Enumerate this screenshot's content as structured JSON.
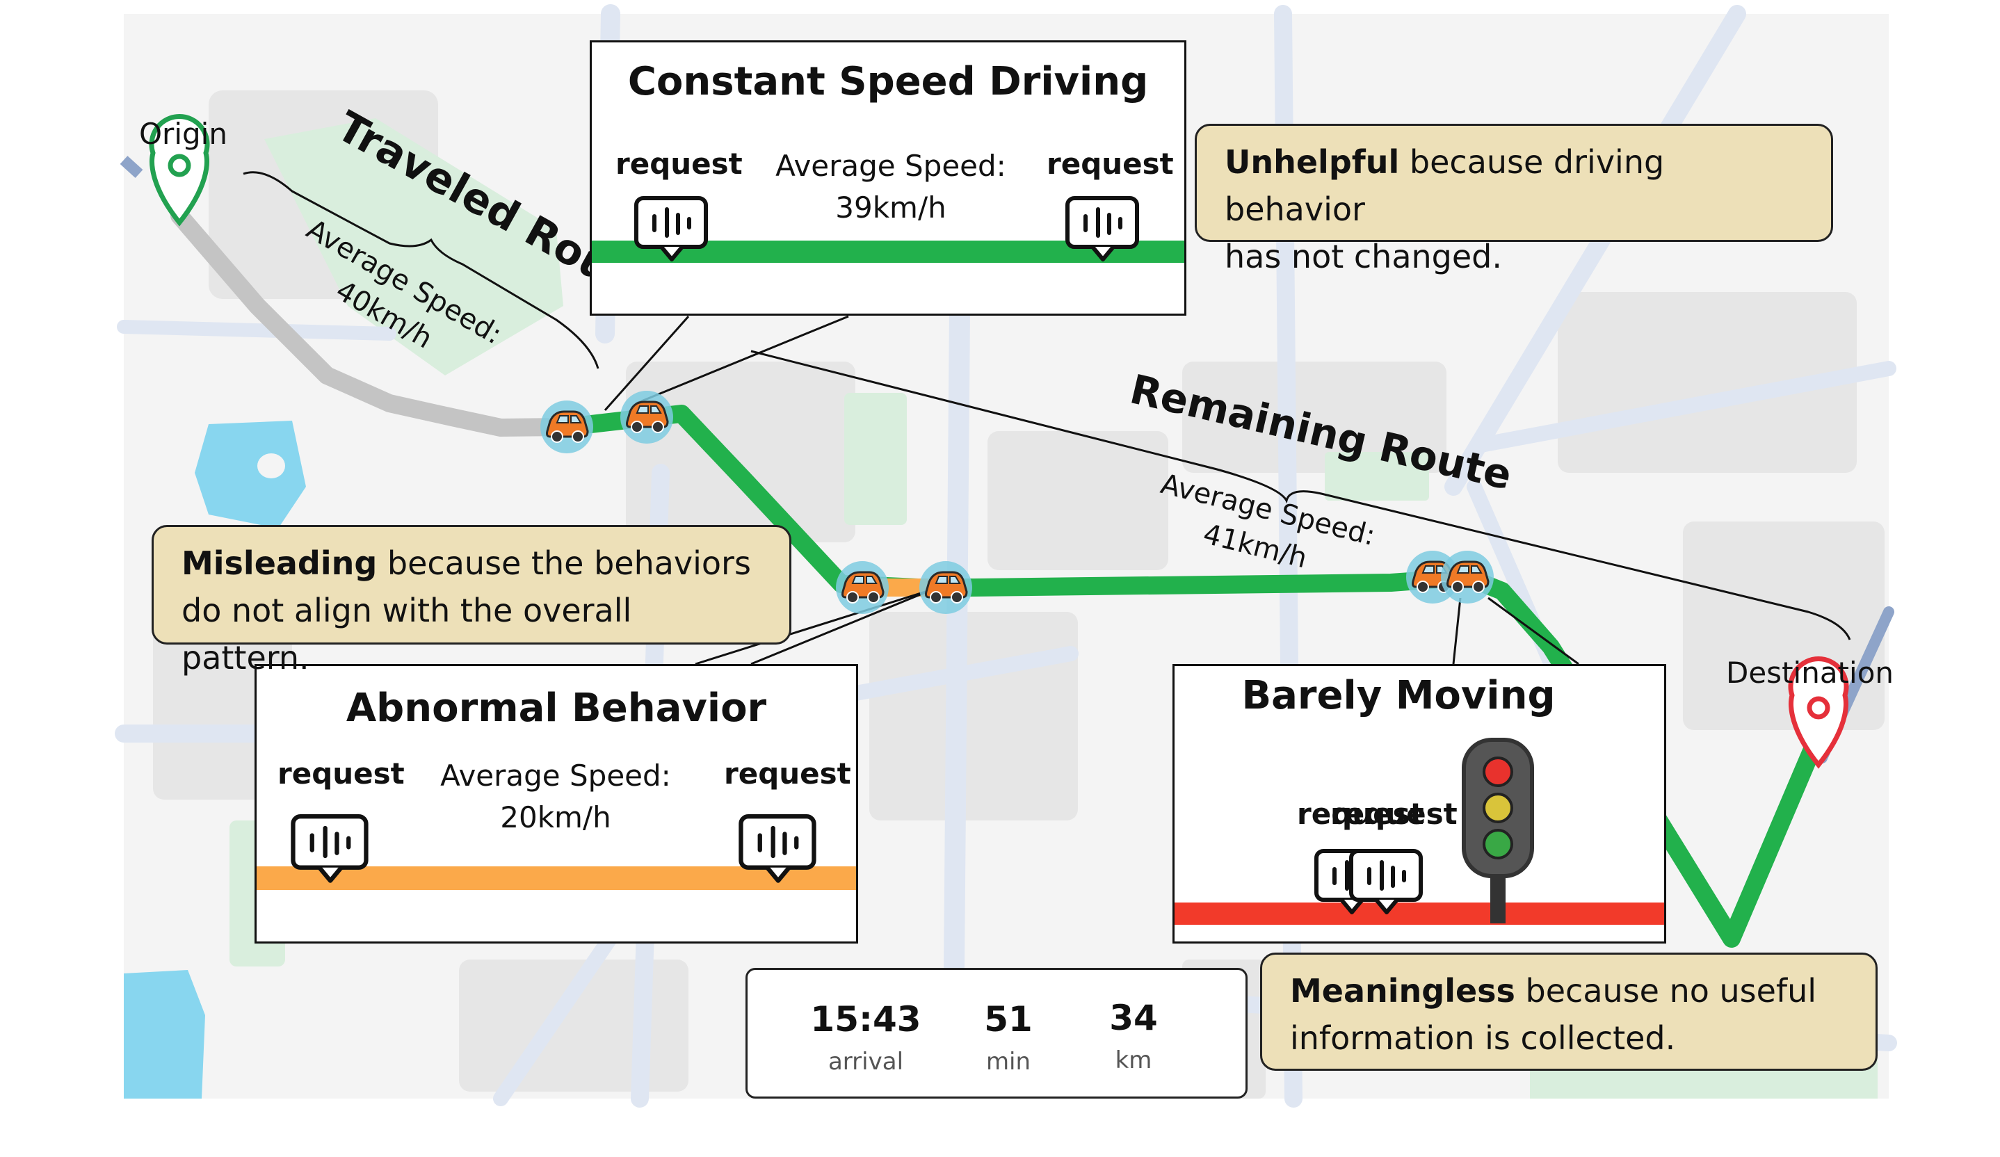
{
  "map": {
    "origin_label": "Origin",
    "destination_label": "Destination",
    "traveled": {
      "title": "Traveled Route",
      "speed_label": "Average Speed:",
      "speed_value": "40km/h"
    },
    "remaining": {
      "title": "Remaining Route",
      "speed_label": "Average Speed:",
      "speed_value": "41km/h"
    },
    "colors": {
      "traveled": "#c4c4c4",
      "remaining": "#22b14c",
      "slow": "#fba94a",
      "stopped": "#f23a2a"
    }
  },
  "segments": {
    "constant": {
      "title": "Constant Speed Driving",
      "request_left": "request",
      "request_right": "request",
      "speed_label": "Average Speed:",
      "speed_value": "39km/h",
      "bar_color": "#22b14c"
    },
    "abnormal": {
      "title": "Abnormal Behavior",
      "request_left": "request",
      "request_right": "request",
      "speed_label": "Average Speed:",
      "speed_value": "20km/h",
      "bar_color": "#fba94a"
    },
    "barely": {
      "title": "Barely Moving",
      "request_left": "request",
      "request_right": "request",
      "bar_color": "#f23a2a"
    }
  },
  "notes": {
    "unhelpful": {
      "bold": "Unhelpful",
      "line1": " because driving behavior",
      "line2": "has not changed."
    },
    "misleading": {
      "bold": "Misleading",
      "line1": " because the behaviors",
      "line2": "do not align with the overall pattern."
    },
    "meaningless": {
      "bold": "Meaningless",
      "line1": " because no useful",
      "line2": "information is collected."
    }
  },
  "eta": {
    "arrival": {
      "value": "15:43",
      "unit": "arrival"
    },
    "duration": {
      "value": "51",
      "unit": "min"
    },
    "distance": {
      "value": "34",
      "unit": "km"
    }
  }
}
